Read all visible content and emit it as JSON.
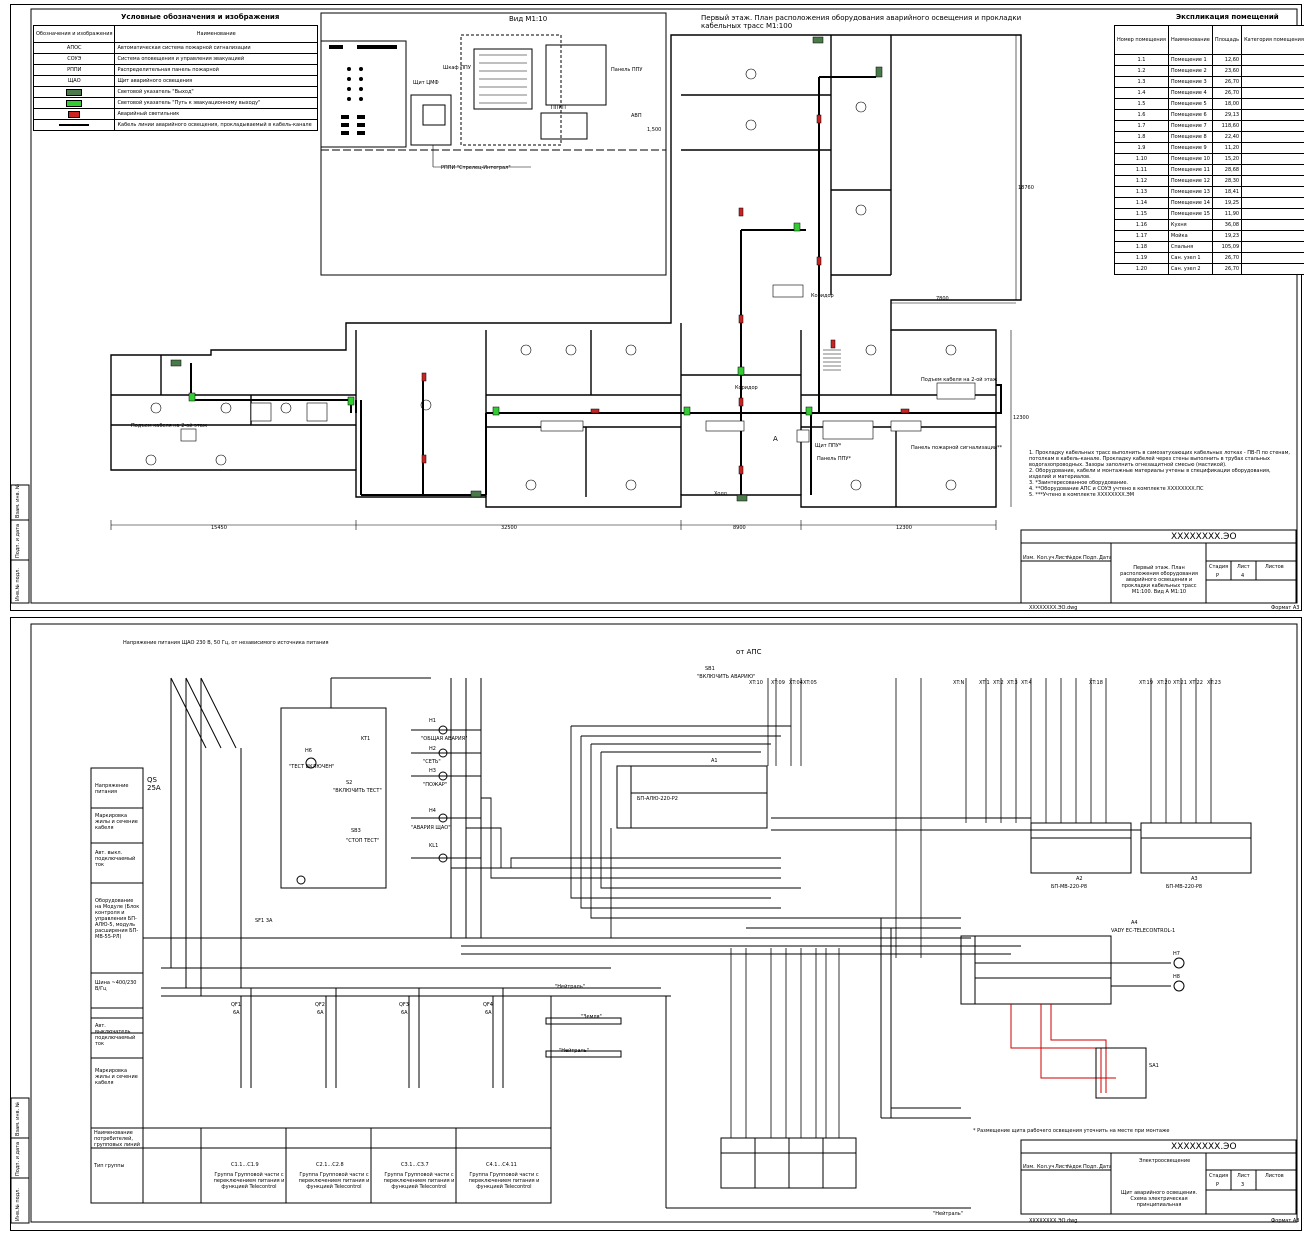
{
  "colors": {
    "line": "#000000",
    "green_marker": "#33cc33",
    "dark_marker": "#4a7a4a",
    "red_marker": "#cc2222",
    "red_wire": "#cc0000",
    "background": "#ffffff"
  },
  "sheet1": {
    "legend": {
      "title": "Условные обозначения и изображения",
      "header_symbol": "Обозначения и изображения",
      "header_name": "Наименование",
      "rows": [
        {
          "symbol": "АПОС",
          "name": "Автоматическая система пожарной сигнализации"
        },
        {
          "symbol": "СОУЭ",
          "name": "Система оповещения и управления эвакуацией"
        },
        {
          "symbol": "РППИ",
          "name": "Распределительная панель пожарной"
        },
        {
          "symbol": "ЩАО",
          "name": "Щит аварийного освещения"
        },
        {
          "symbol": "",
          "name": "Световой указатель \"Выход\""
        },
        {
          "symbol": "",
          "name": "Световой указатель \"Путь к эвакуационному выходу\""
        },
        {
          "symbol": "",
          "name": "Аварийный светильник"
        },
        {
          "symbol": "",
          "name": "Кабель линии аварийного освещения, прокладываемый в кабель-канале"
        }
      ]
    },
    "view_title": "Вид М1:10",
    "floor_title": "Первый этаж. План расположения оборудования аварийного освещения и прокладки кабельных трасс М1:100",
    "view_labels": [
      "Шкаф ППУ",
      "Панель ППУ",
      "Щит ЦМФ",
      "АВП",
      "ППКП",
      "РППИ \"Стрелец-Интеграл\"",
      "1,500"
    ],
    "rooms_table": {
      "title": "Экспликация помещений",
      "headers": [
        "Номер помещения",
        "Наименование",
        "Площадь",
        "Категория помещения"
      ],
      "rows": [
        [
          "1.1",
          "Помещение 1",
          "12,60"
        ],
        [
          "1.2",
          "Помещение 2",
          "23,60"
        ],
        [
          "1.3",
          "Помещение 3",
          "26,70"
        ],
        [
          "1.4",
          "Помещение 4",
          "26,70"
        ],
        [
          "1.5",
          "Помещение 5",
          "18,00"
        ],
        [
          "1.6",
          "Помещение 6",
          "29,13"
        ],
        [
          "1.7",
          "Помещение 7",
          "118,60"
        ],
        [
          "1.8",
          "Помещение 8",
          "22,40"
        ],
        [
          "1.9",
          "Помещение 9",
          "11,20"
        ],
        [
          "1.10",
          "Помещение 10",
          "15,20"
        ],
        [
          "1.11",
          "Помещение 11",
          "28,68"
        ],
        [
          "1.12",
          "Помещение 12",
          "28,30"
        ],
        [
          "1.13",
          "Помещение 13",
          "18,41"
        ],
        [
          "1.14",
          "Помещение 14",
          "19,25"
        ],
        [
          "1.15",
          "Помещение 15",
          "11,90"
        ],
        [
          "1.16",
          "Кухня",
          "36,08"
        ],
        [
          "1.17",
          "Мойка",
          "19,23"
        ],
        [
          "1.18",
          "Спальня",
          "105,09"
        ],
        [
          "1.19",
          "Сан. узел 1",
          "26,70"
        ],
        [
          "1.20",
          "Сан. узел 2",
          "26,70"
        ]
      ]
    },
    "notes": [
      "1. Прокладку кабельных трасс выполнить в самозатухающих кабельных лотках - ПВ-П по стенам, потолкам в кабель-канале. Прокладку кабелей через стены выполнить в трубах стальных водогазопроводных. Зазоры заполнить огнезащитной смесью (мастикой).",
      "2. Оборудование, кабели и монтажные материалы учтены в спецификации оборудования, изделий и материалов.",
      "3. *Заинтересованное оборудование.",
      "4. **Оборудование АПС и СОУЭ учтено в комплекте XXXXXXXX.ПС",
      "5. ***Учтено в комплекте XXXXXXXX.ЭМ"
    ],
    "dimensions": [
      "15450",
      "32500",
      "8900",
      "12300",
      "7800",
      "18760",
      "12300"
    ],
    "plan_labels": [
      "Коридор",
      "Холл",
      "Коридор",
      "Щит ППУ*",
      "Панель ППУ*",
      "Подъем кабеля на 2-ой этаж",
      "Подъем кабеля на 2-ой этаж",
      "Панель пожарной сигнализации**",
      "А"
    ],
    "stamp": {
      "code": "XXXXXXXX.ЭО",
      "stage": "Р",
      "sheet": "4",
      "description": "Первый этаж. План расположения оборудования аварийного освещения и прокладки кабельных трасс М1:100. Вид А М1:10",
      "format": "Формат А3",
      "file": "XXXXXXXX.ЭО.dwg",
      "headers": [
        "Изм.",
        "Кол.уч",
        "Лист",
        "№док",
        "Подп.",
        "Дата"
      ],
      "stage_label": "Стадия",
      "sheet_label": "Лист",
      "sheets_label": "Листов"
    },
    "side_labels": [
      "Взам. инв. №",
      "Подп. и дата",
      "Инв.№ подл."
    ]
  },
  "sheet2": {
    "supply_note": "Напряжение питания ЩАО 230 В, 50 Гц, от независимого источника питания",
    "left_table": [
      "Напряжение питания",
      "Маркировка жилы и сечение кабеля",
      "Авт. выкл. подключаемый ток",
      "Оборудование на Модуле (Блок контроля и управления БП-АЛЮ-5, модуль расширения БП-МВ-55-РЛ)",
      "Шина ~400/230 В/Гц",
      "Авт. выключатель подключаемый ток",
      "Маркировка жилы и сечение кабеля"
    ],
    "bottom_table_labels": [
      "Наименование потребителей, групповых линий",
      "Тип группы"
    ],
    "consumer_groups": [
      {
        "breaker": "QF1",
        "rating": "6А",
        "lines": "С1.1...С1.9",
        "type": "Группа Групповой части с переключением питания и функцией Telecontrol"
      },
      {
        "breaker": "QF2",
        "rating": "6А",
        "lines": "С2.1...С2.8",
        "type": "Группа Групповой части с переключением питания и функцией Telecontrol"
      },
      {
        "breaker": "QF3",
        "rating": "6А",
        "lines": "С3.1...С3.7",
        "type": "Группа Групповой части с переключением питания и функцией Telecontrol"
      },
      {
        "breaker": "QF4",
        "rating": "6А",
        "lines": "С4.1...С4.11",
        "type": "Группа Групповой части с переключением питания и функцией Telecontrol"
      }
    ],
    "control_labels": [
      "\"ТЕСТ ВКЛЮЧЕН\"",
      "\"ВКЛЮЧИТЬ ТЕСТ\"",
      "\"СТОП ТЕСТ\"",
      "\"ОБЩАЯ АВАРИЯ\"",
      "\"СЕТЬ\"",
      "\"ПОЖАР\"",
      "\"АВАРИЯ ЩАО\"",
      "от АПС",
      "\"ВКЛЮЧИТЬ АВАРИЮ\"",
      "\"Нейтраль\"",
      "\"Земля\"",
      "\"Нейтраль\""
    ],
    "device_labels": [
      "QS 25А",
      "SF1 3А",
      "H6",
      "S2",
      "SB3",
      "KT1",
      "KL1",
      "H1",
      "H2",
      "H3",
      "H4",
      "SB1",
      "A1",
      "A2",
      "A3",
      "A4",
      "H7",
      "H8",
      "SA1",
      "VADY EC-TELECONTROL-1",
      "БП-МВ-220-Р8",
      "БП-МВ-220-Р8",
      "БП-АЛЮ-220-Р2"
    ],
    "terminal_labels": [
      "XT:10",
      "XT:09",
      "XT:04",
      "XT:05",
      "XT:N",
      "XT:1",
      "XT:2",
      "XT:3",
      "XT:4",
      "XT:18",
      "XT:19",
      "XT:20",
      "XT:21",
      "XT:22",
      "XT:23"
    ],
    "footer_note": "* Размещение щита рабочего освещения уточнить на месте при монтаже",
    "stamp": {
      "code": "XXXXXXXX.ЭО",
      "stage": "Р",
      "sheet": "3",
      "description": "Щит аварийного освещения. Схема электрическая принципиальная",
      "format": "Формат А3",
      "file": "XXXXXXXX.ЭО.dwg",
      "headers": [
        "Изм.",
        "Кол.уч",
        "Лист",
        "№док",
        "Подп.",
        "Дата"
      ],
      "stage_label": "Стадия",
      "sheet_label": "Лист",
      "sheets_label": "Листов",
      "title": "Электроосвещение"
    },
    "side_labels": [
      "Взам. инв. №",
      "Подп. и дата",
      "Инв.№ подл."
    ]
  }
}
